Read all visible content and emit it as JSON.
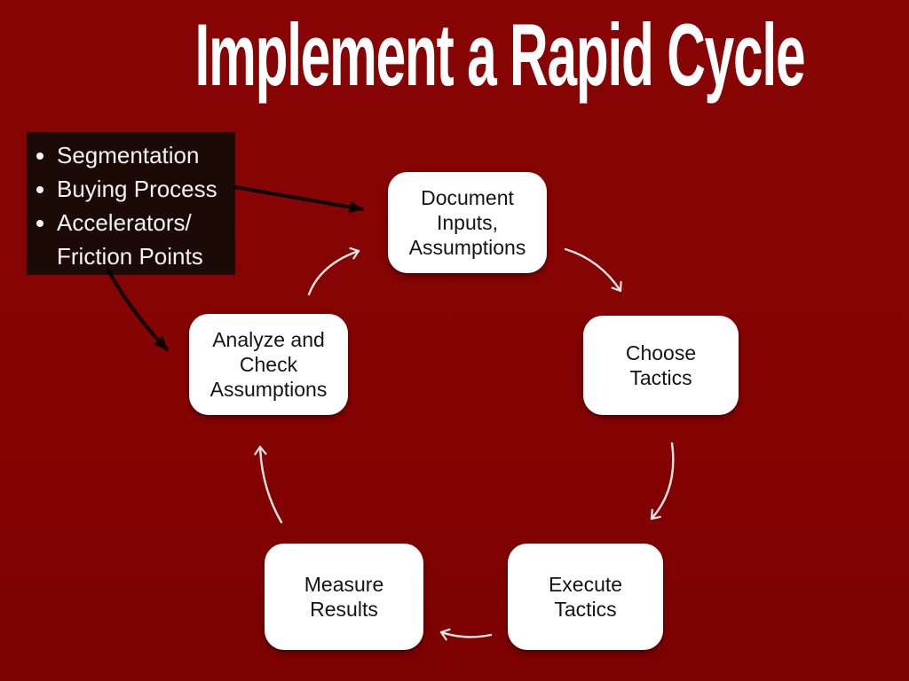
{
  "slide": {
    "title": "Implement a Rapid Cycle",
    "callout": {
      "bullets": [
        "Segmentation",
        "Buying Process",
        "Accelerators/\nFriction Points"
      ]
    },
    "cycle": {
      "nodes": [
        {
          "id": "document-inputs",
          "label": "Document\nInputs,\nAssumptions"
        },
        {
          "id": "choose-tactics",
          "label": "Choose\nTactics"
        },
        {
          "id": "execute-tactics",
          "label": "Execute\nTactics"
        },
        {
          "id": "measure-results",
          "label": "Measure\nResults"
        },
        {
          "id": "analyze-check",
          "label": "Analyze and\nCheck\nAssumptions"
        }
      ],
      "connectors": [
        "analyze-to-document",
        "document-to-choose",
        "choose-to-execute",
        "execute-to-measure",
        "measure-to-analyze"
      ],
      "callout_connectors": [
        "callout-to-document",
        "callout-to-analyze"
      ]
    },
    "colors": {
      "background": "#870404",
      "callout_background": "#1c0a06",
      "node_background": "#ffffff",
      "node_text": "#141414",
      "title_text": "#ffffff",
      "bullet_text": "#f7f3ef",
      "cycle_arrow": "#ece7e5",
      "callout_arrow": "#0d0402"
    }
  }
}
